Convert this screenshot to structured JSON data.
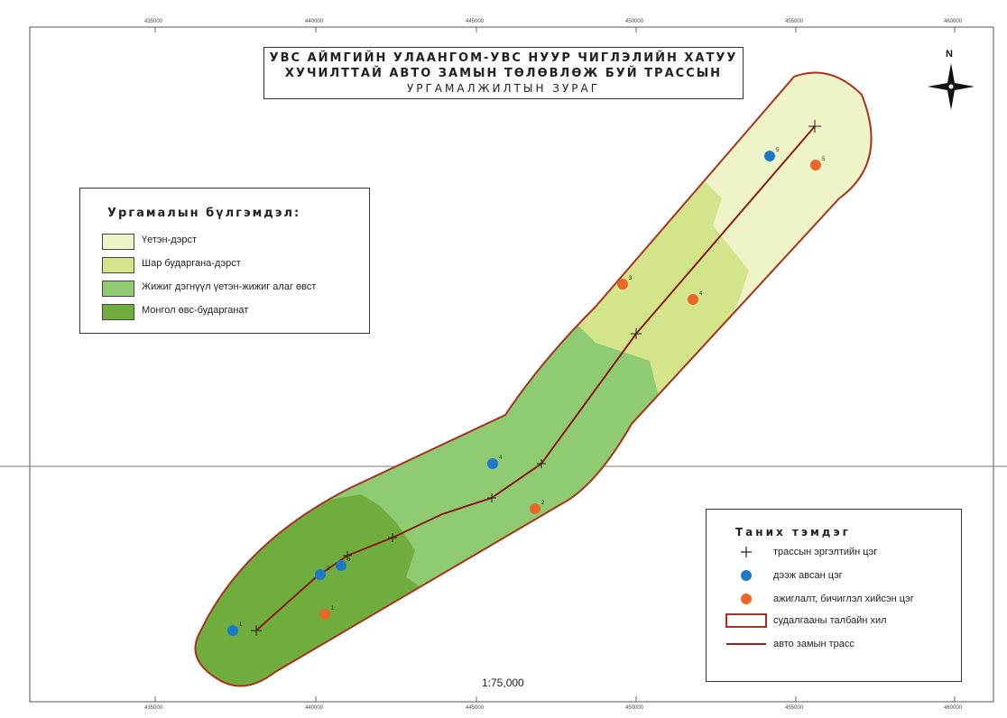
{
  "title": {
    "line1": "УВС АЙМГИЙН УЛААНГОМ-УВС НУУР ЧИГЛЭЛИЙН ХАТУУ",
    "line2": "ХУЧИЛТТАЙ АВТО ЗАМЫН ТӨЛӨВЛӨЖ БУЙ ТРАССЫН",
    "line3": "УРГАМАЛЖИЛТЫН ЗУРАГ"
  },
  "vegetation_legend": {
    "title": "Ургамалын бүлгэмдэл:",
    "items": [
      {
        "label": "Үетэн-дэрст",
        "color": "#eef3c8"
      },
      {
        "label": "Шар бударгана-дэрст",
        "color": "#d3e48a"
      },
      {
        "label": "Жижиг дэгнүүл үетэн-жижиг алаг өвст",
        "color": "#8ecb72"
      },
      {
        "label": "Монгол өвс-бударганат",
        "color": "#6fae3e"
      }
    ]
  },
  "key": {
    "title": "Таних тэмдэг",
    "items": [
      {
        "symbol": "cross",
        "label": "трассын эргэлтийн цэг"
      },
      {
        "symbol": "blue-dot",
        "label": "дээж авсан цэг",
        "color": "#1e78c8"
      },
      {
        "symbol": "orange-dot",
        "label": "ажиглалт, бичиглэл хийсэн цэг",
        "color": "#e8682a"
      },
      {
        "symbol": "area",
        "label": "судалгааны талбайн хил",
        "color": "#b03020"
      },
      {
        "symbol": "road",
        "label": "авто замын трасс",
        "color": "#a02018"
      }
    ]
  },
  "scale": "1:75,000",
  "north_label": "N",
  "colors": {
    "boundary": "#a8321e",
    "road": "#8c1a14",
    "veg1": "#eef3c8",
    "veg2": "#d3e48a",
    "veg3": "#8ecb72",
    "veg4": "#6fae3e"
  },
  "x_ticks": [
    "435000",
    "440000",
    "445000",
    "450000",
    "455000",
    "460000"
  ],
  "sample_points": [
    {
      "label": "1",
      "type": "blue"
    },
    {
      "label": "2",
      "type": "blue"
    },
    {
      "label": "3",
      "type": "blue"
    },
    {
      "label": "4",
      "type": "blue"
    },
    {
      "label": "5",
      "type": "blue"
    },
    {
      "label": "1",
      "type": "orange"
    },
    {
      "label": "2",
      "type": "orange"
    },
    {
      "label": "3",
      "type": "orange"
    },
    {
      "label": "4",
      "type": "orange"
    },
    {
      "label": "5",
      "type": "orange"
    }
  ]
}
